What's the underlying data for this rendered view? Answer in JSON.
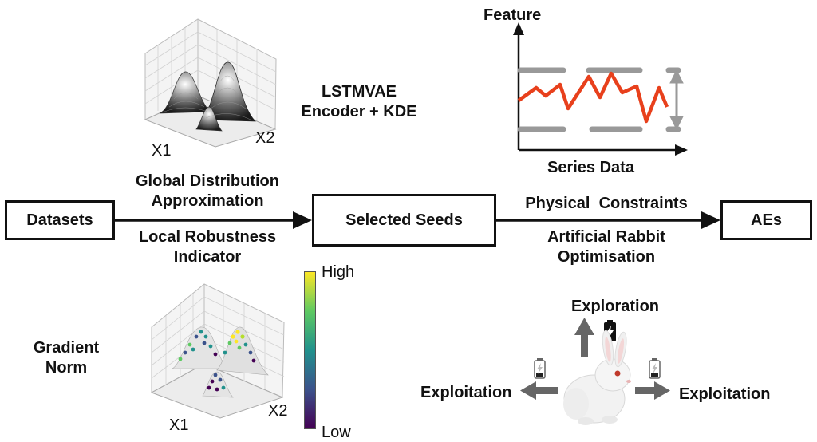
{
  "flow": {
    "datasets": "Datasets",
    "selected_seeds": "Selected Seeds",
    "aes": "AEs"
  },
  "left_arrow": {
    "top_label_line1": "Global Distribution",
    "top_label_line2": "Approximation",
    "bottom_label_line1": "Local Robustness",
    "bottom_label_line2": "Indicator"
  },
  "right_arrow": {
    "top_label": "Physical  Constraints",
    "bottom_label_line1": "Artificial Rabbit",
    "bottom_label_line2": "Optimisation"
  },
  "encoder": {
    "line1": "LSTMVAE",
    "line2": "Encoder + KDE"
  },
  "kde_plot": {
    "axis_x1": "X1",
    "axis_x2": "X2"
  },
  "gradient_plot": {
    "title_line1": "Gradient",
    "title_line2": "Norm",
    "axis_x1": "X1",
    "axis_x2": "X2",
    "colorbar_high": "High",
    "colorbar_low": "Low",
    "colormap": [
      "#fde725",
      "#5ec962",
      "#21918c",
      "#3b528b",
      "#440154"
    ]
  },
  "series_chart": {
    "ylabel": "Feature",
    "xlabel": "Series Data",
    "line_color": "#e8401c",
    "bound_color": "#999999"
  },
  "rabbit": {
    "exploration": "Exploration",
    "exploitation_left": "Exploitation",
    "exploitation_right": "Exploitation"
  }
}
